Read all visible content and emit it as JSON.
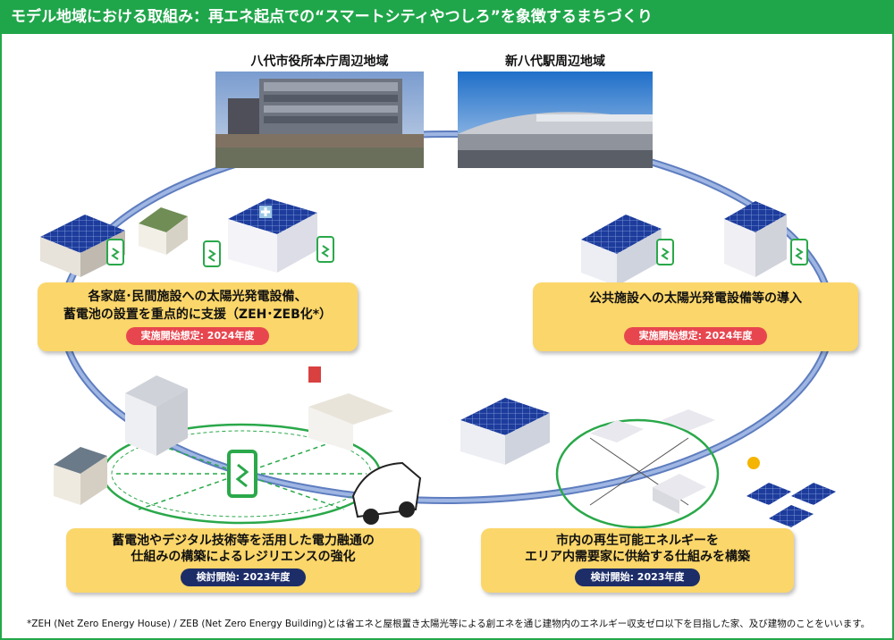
{
  "header": {
    "title": "モデル地域における取組み：再エネ起点での“スマートシティやつしろ”を象徴するまちづくり"
  },
  "sites": {
    "city_hall": {
      "label": "八代市役所本庁周辺地域"
    },
    "station": {
      "label": "新八代駅周辺地域"
    }
  },
  "boxes": {
    "top_left": {
      "line1": "各家庭･民間施設への太陽光発電設備、",
      "line2": "蓄電池の設置を重点的に支援（ZEH･ZEB化*）",
      "badge": "実施開始想定: 2024年度"
    },
    "top_right": {
      "line1": "公共施設への太陽光発電設備等の導入",
      "badge": "実施開始想定: 2024年度"
    },
    "bottom_left": {
      "line1": "蓄電池やデジタル技術等を活用した電力融通の",
      "line2": "仕組みの構築によるレジリエンスの強化",
      "badge": "検討開始: 2023年度"
    },
    "bottom_right": {
      "line1": "市内の再生可能エネルギーを",
      "line2": "エリア内需要家に供給する仕組みを構築",
      "badge": "検討開始: 2023年度"
    }
  },
  "footnote": "*ZEH (Net Zero Energy House) / ZEB (Net Zero Energy Building)とは省エネと屋根置き太陽光等による創エネを通じ建物内のエネルギー収支ゼロ以下を目指した家、及び建物のことをいいます。",
  "colors": {
    "header": "#1fa64a",
    "loop": "#8ea9d8",
    "box": "#fbd66a",
    "badge_red": "#e8464f",
    "badge_navy": "#1c2d68",
    "green": "#2aa84a"
  }
}
